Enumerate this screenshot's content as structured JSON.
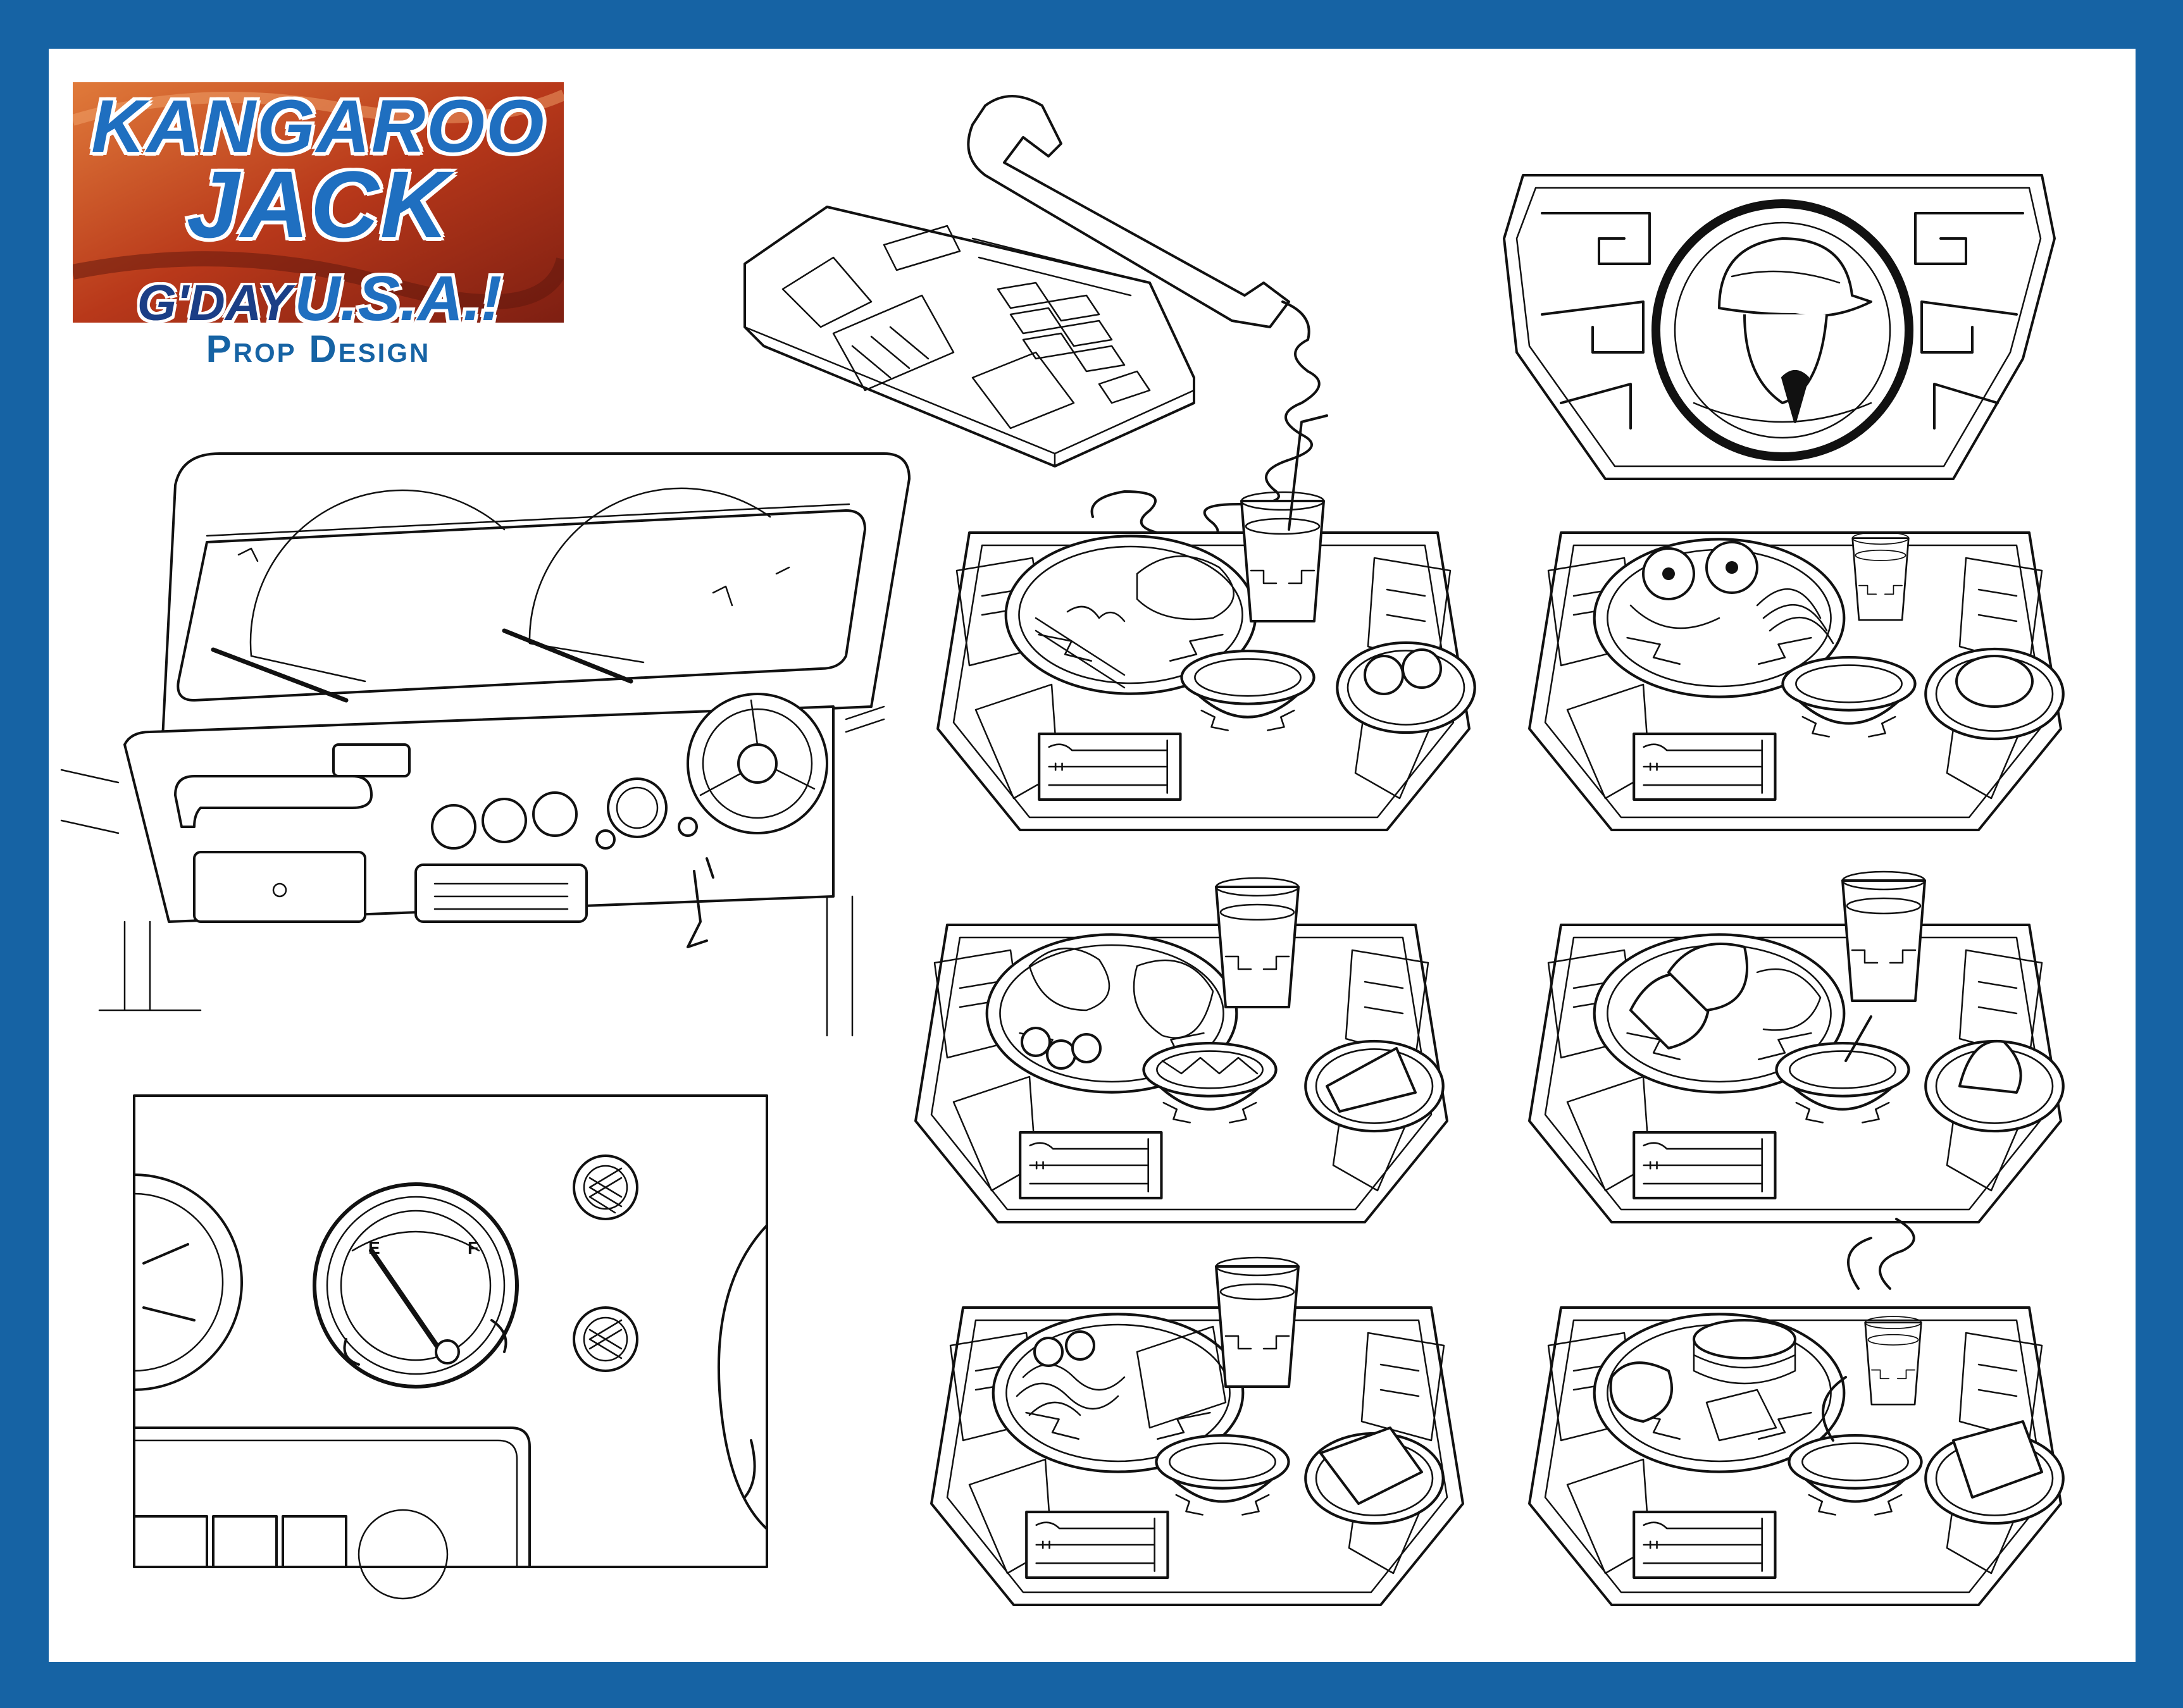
{
  "logo": {
    "line1": "KANGAROO",
    "line2": "JACK",
    "line3a": "G'DAY",
    "line3b": "U.S.A.!"
  },
  "sheet": {
    "subtitle": "Prop Design"
  },
  "colors": {
    "border": "#1663a4",
    "paper": "#ffffff",
    "title_blue": "#1f6fc0",
    "logo_bg": "#c84a1e"
  },
  "props": [
    "telephone",
    "tray-emblem-conquistador",
    "jeep-dashboard",
    "dashboard-gauge-closeup",
    "meal-tray-kebab",
    "meal-tray-eggs-bacon",
    "meal-tray-chicken",
    "meal-tray-tacos",
    "meal-tray-spaghetti",
    "meal-tray-pancakes"
  ]
}
